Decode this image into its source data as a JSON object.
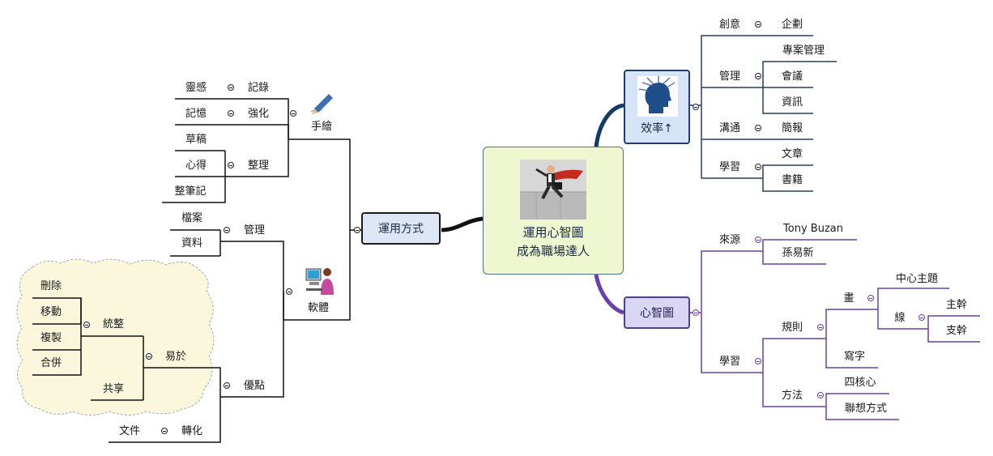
{
  "central": {
    "line1": "運用心智圖",
    "line2": "成為職場達人"
  },
  "usage": {
    "label": "運用方式",
    "handdraw": {
      "label": "手繪",
      "record": "記錄",
      "inspiration": "靈感",
      "reinforce": "強化",
      "memory": "記憶",
      "organize": "整理",
      "draft": "草稿",
      "insight": "心得",
      "notes": "整筆記"
    },
    "software": {
      "label": "軟體",
      "manage": "管理",
      "files": "檔案",
      "data": "資料",
      "advantage": "優點",
      "easy": "易於",
      "integrate": "統整",
      "delete": "刪除",
      "move": "移動",
      "copy": "複製",
      "merge": "合併",
      "share": "共享",
      "convert": "轉化",
      "document": "文件"
    }
  },
  "efficiency": {
    "label": "效率↑",
    "creativity": "創意",
    "plan": "企劃",
    "management": "管理",
    "project": "專案管理",
    "meeting": "會議",
    "info": "資訊",
    "communication": "溝通",
    "briefing": "簡報",
    "learning": "學習",
    "article": "文章",
    "books": "書籍"
  },
  "mindmap": {
    "label": "心智圖",
    "source": "來源",
    "tony": "Tony Buzan",
    "sun": "孫易新",
    "learning": "學習",
    "rules": "規則",
    "draw": "畫",
    "center": "中心主題",
    "lines": "線",
    "trunk": "主幹",
    "branch": "支幹",
    "write": "寫字",
    "method": "方法",
    "four": "四核心",
    "assoc": "聯想方式"
  },
  "colors": {
    "blue": "#1f3e6b",
    "purple": "#6a3fb0",
    "dark": "#1b1b1b",
    "cloud": "#fbf7dc"
  }
}
